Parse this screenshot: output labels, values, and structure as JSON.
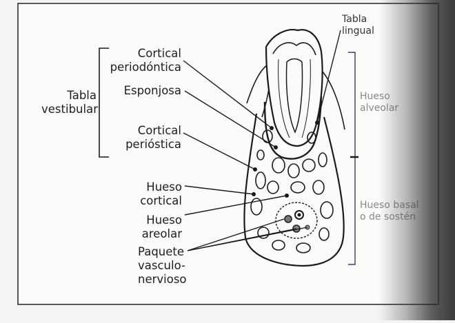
{
  "labels": {
    "tabla_vestibular": [
      "Tabla",
      "vestibular"
    ],
    "cortical_periodontica": [
      "Cortical",
      "periodóntica"
    ],
    "esponjosa": "Esponjosa",
    "cortical_periostica": [
      "Cortical",
      "perióstica"
    ],
    "hueso_cortical": [
      "Hueso",
      "cortical"
    ],
    "hueso_areolar": [
      "Hueso",
      "areolar"
    ],
    "paquete": [
      "Paquete",
      "vasculo-",
      "nervioso"
    ],
    "tabla_lingual": [
      "Tabla",
      "lingual"
    ],
    "hueso_alveolar": [
      "Hueso",
      "alveolar"
    ],
    "hueso_basal": [
      "Hueso basal",
      "o de sostén"
    ]
  }
}
